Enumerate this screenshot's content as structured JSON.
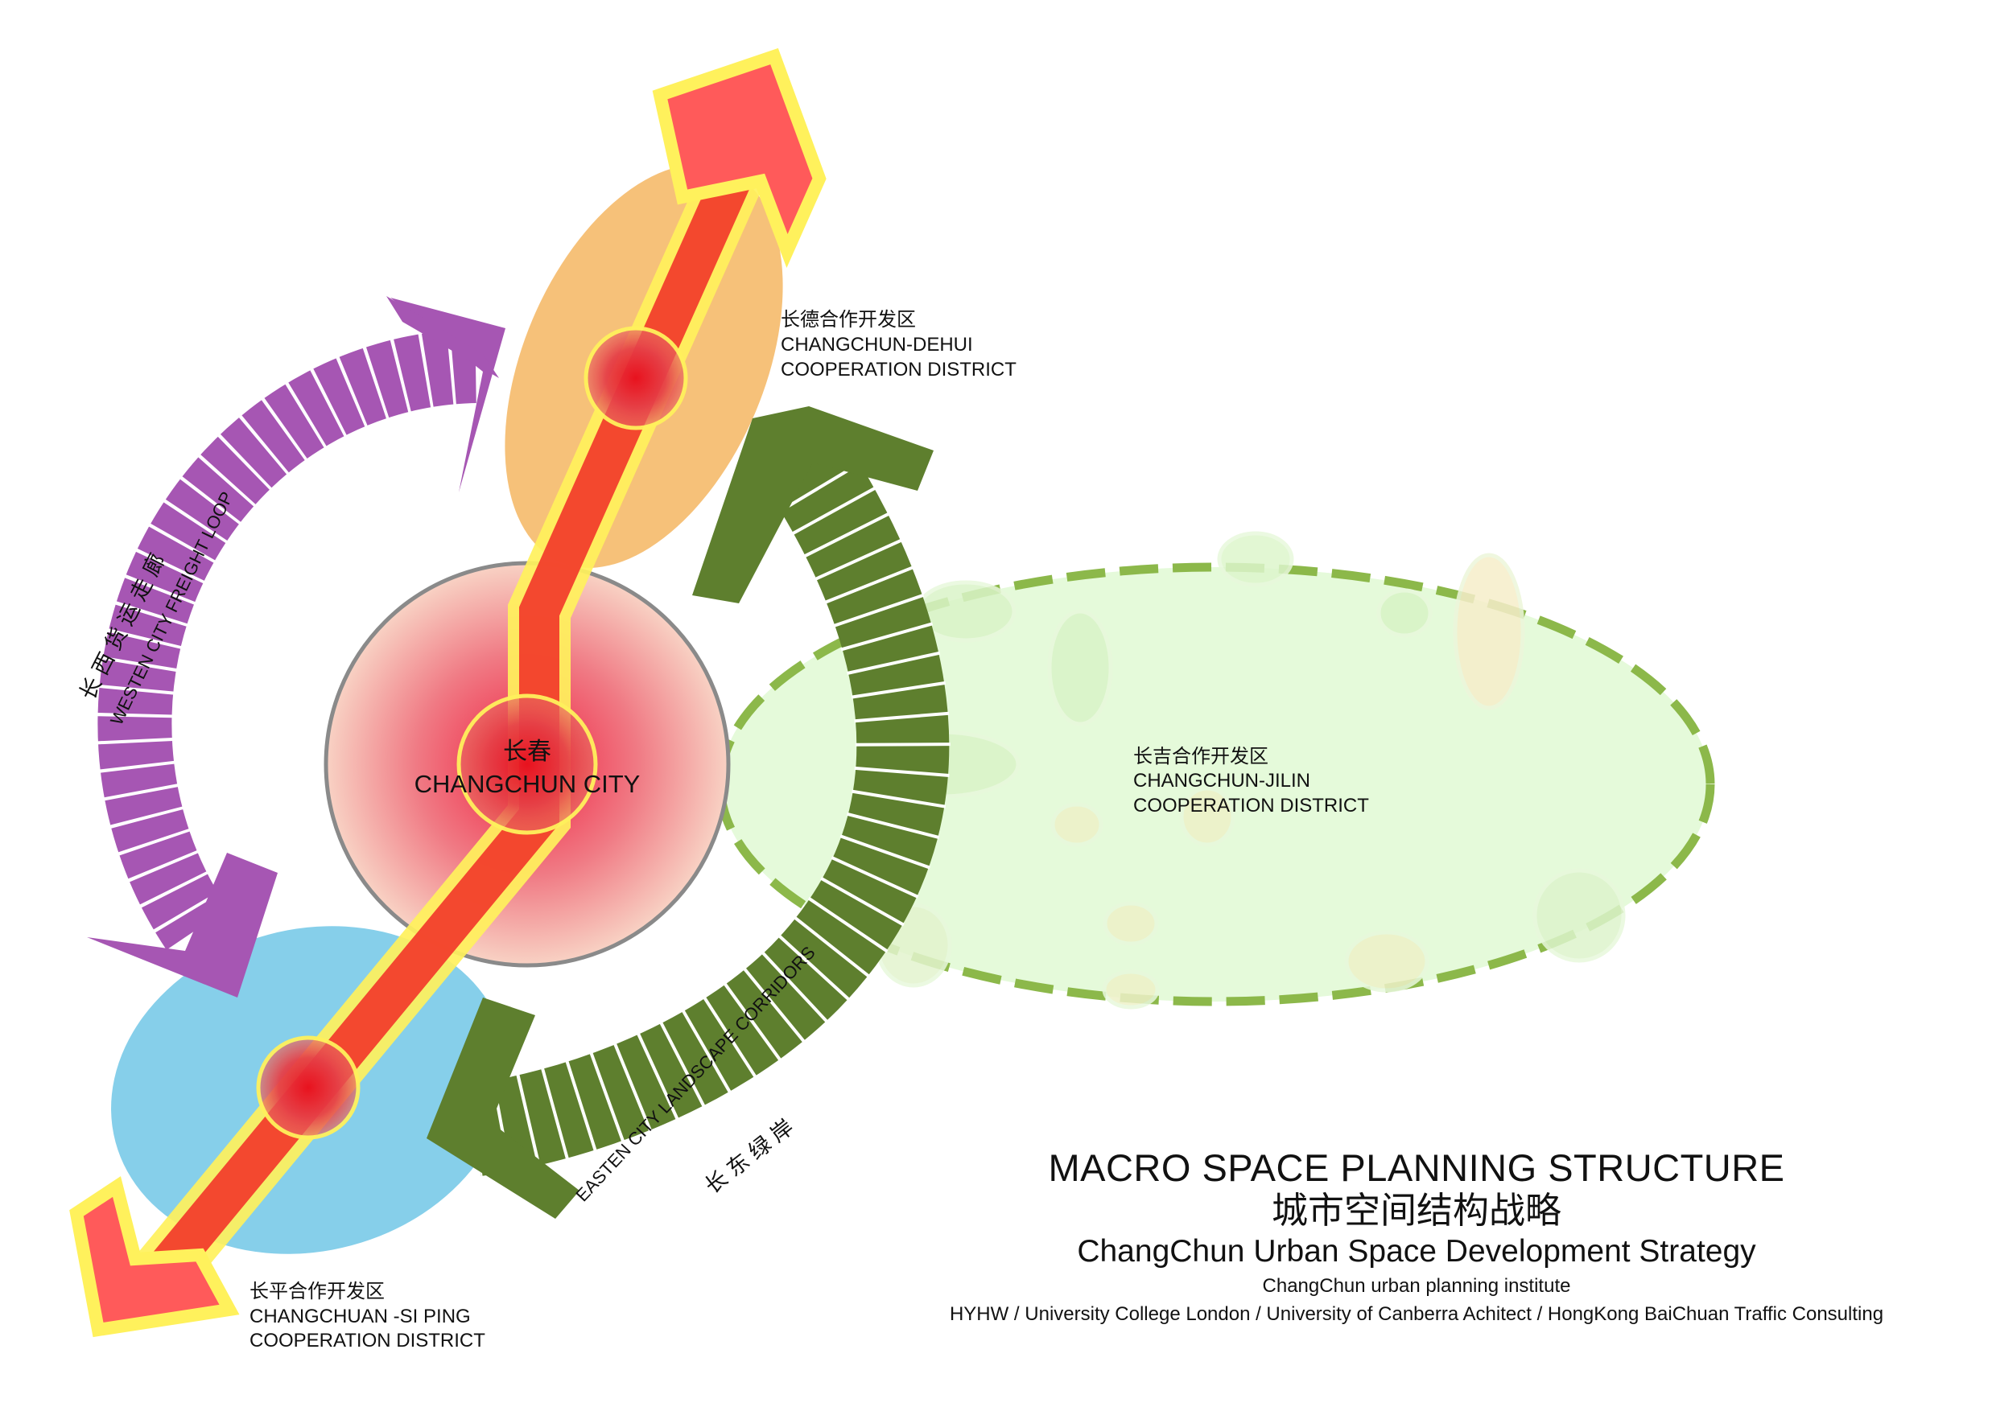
{
  "colors": {
    "purple": "#A656B3",
    "green": "#5E7F2E",
    "red_axis": "#F23A2A",
    "yellow": "#FFF15C",
    "arrow_head_red": "#FF5A5A",
    "orange_zone": "#F5BE72",
    "blue_zone": "#86CFEA",
    "jilin_zone_fill": "#E5FADA",
    "jilin_zone_border": "#8CB84A",
    "city_circle_border": "#8A8A8A"
  },
  "city": {
    "cn": "长春",
    "en": "CHANGCHUN CITY"
  },
  "districts": {
    "dehui": {
      "cn": "长德合作开发区",
      "en1": "CHANGCHUN-DEHUI",
      "en2": "COOPERATION DISTRICT"
    },
    "jilin": {
      "cn": "长吉合作开发区",
      "en1": "CHANGCHUN-JILIN",
      "en2": "COOPERATION DISTRICT"
    },
    "siping": {
      "cn": "长平合作开发区",
      "en1": "CHANGCHUAN -SI PING",
      "en2": "COOPERATION DISTRICT"
    }
  },
  "corridors": {
    "west": {
      "cn": "长  西  货  运  走  廊",
      "en": "WESTEN CITY FREIGHT LOOP"
    },
    "east": {
      "en": "EASTEN CITY LANDSCAPE CORRIDORS",
      "cn": "长  东  绿  岸"
    }
  },
  "title": {
    "main": "MACRO SPACE PLANNING STRUCTURE",
    "cn": "城市空间结构战略",
    "sub": "ChangChun Urban Space Development Strategy",
    "credit1": "ChangChun urban planning institute",
    "credit2": "HYHW / University College London /  University of Canberra Achitect / HongKong BaiChuan Traffic Consulting"
  }
}
